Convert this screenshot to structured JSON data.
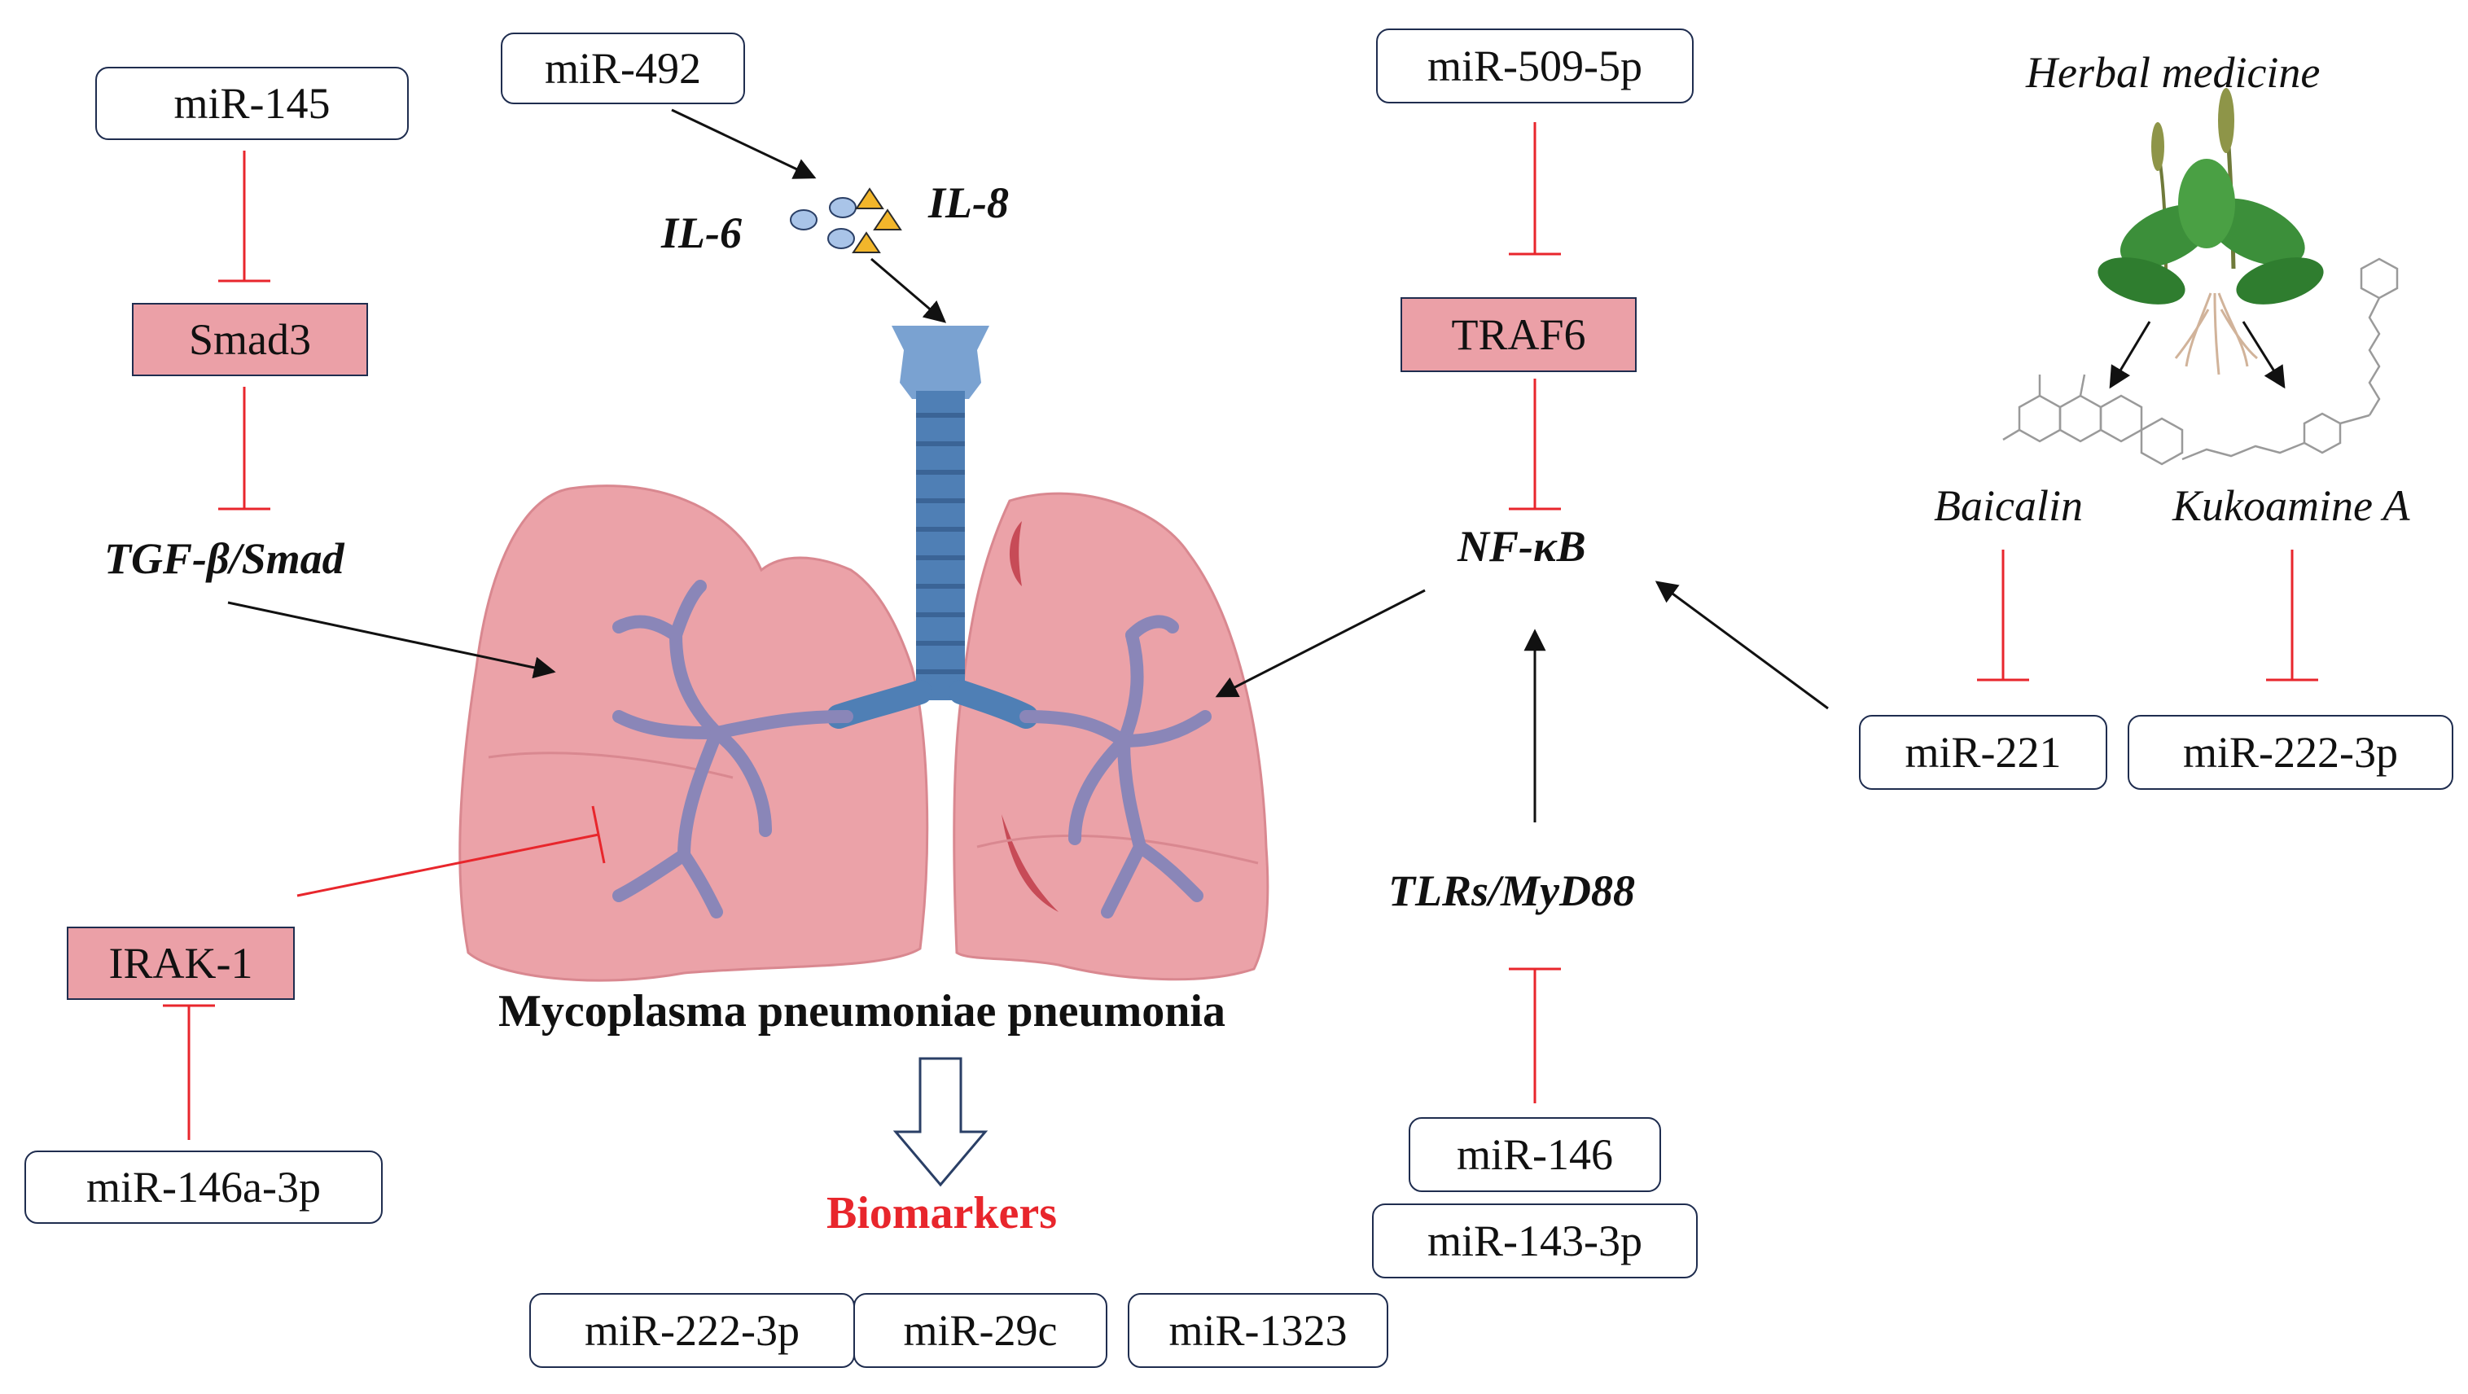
{
  "nodes": {
    "mir145": "miR-145",
    "smad3": "Smad3",
    "tgf": "TGF-β/Smad",
    "mir492": "miR-492",
    "il6": "IL-6",
    "il8": "IL-8",
    "mir509": "miR-509-5p",
    "traf6": "TRAF6",
    "nfkb": "NF-κB",
    "herbal": "Herbal medicine",
    "baicalin": "Baicalin",
    "kukoamine": "Kukoamine A",
    "mir221": "miR-221",
    "mir222_right": "miR-222-3p",
    "tlrs": "TLRs/MyD88",
    "mir146": "miR-146",
    "mir143": "miR-143-3p",
    "irak1": "IRAK-1",
    "mir146a": "miR-146a-3p",
    "disease": "Mycoplasma pneumoniae pneumonia",
    "biomarkers": "Biomarkers",
    "bm1": "miR-222-3p",
    "bm2": "miR-29c",
    "bm3": "miR-1323"
  },
  "colors": {
    "inhibit": "#e8262c",
    "activate": "#111111",
    "box_border": "#1f2d4f",
    "pink_fill": "#eba0a7",
    "biomarker_text": "#e8262c",
    "lung": "#e8939b",
    "trachea": "#4f7fb5"
  }
}
